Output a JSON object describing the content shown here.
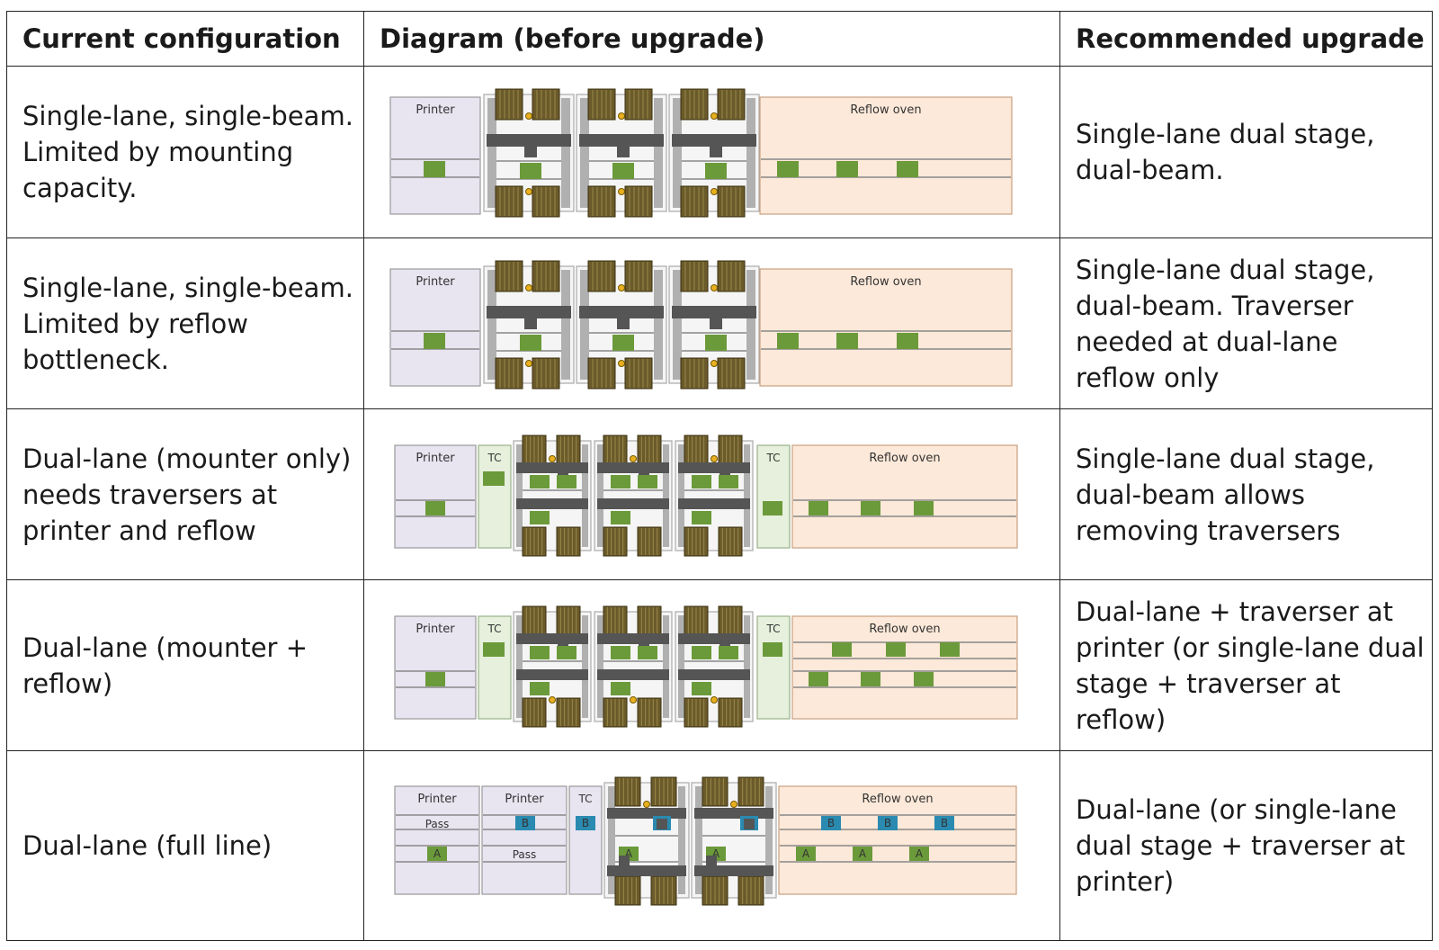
{
  "header": {
    "col1": "Current configuration",
    "col2": "Diagram (before upgrade)",
    "col3": "Recommended upgrade"
  },
  "labels": {
    "printer": "Printer",
    "reflow": "Reflow oven",
    "tc": "TC",
    "pass": "Pass",
    "lane_a": "A",
    "lane_b": "B"
  },
  "rows": [
    {
      "current": "Single-lane, single-beam. Limited by mounting capacity.",
      "diagram": "single-lane-single-beam",
      "recommended": "Single-lane dual stage, dual-beam."
    },
    {
      "current": "Single-lane, single-beam. Limited by reflow bottleneck.",
      "diagram": "single-lane-single-beam",
      "recommended": "Single-lane dual stage, dual-beam. Traverser needed at dual-lane reflow only"
    },
    {
      "current": "Dual-lane (mounter only) needs traversers at printer and reflow",
      "diagram": "dual-lane-mounter-traversers",
      "recommended": "Single-lane dual stage, dual-beam allows removing traversers"
    },
    {
      "current": "Dual-lane (mounter + reflow)",
      "diagram": "dual-lane-mounter-reflow",
      "recommended": "Dual-lane + traverser at printer (or single-lane dual stage + traverser at reflow)"
    },
    {
      "current": "Dual-lane (full line)",
      "diagram": "dual-lane-full-line",
      "recommended": "Dual-lane (or single-lane dual stage + traverser at printer)"
    }
  ],
  "colors": {
    "printer_fill": "#e8e4f0",
    "reflow_fill": "#fde9d9",
    "tc_fill": "#e6f0dc",
    "board_green": "#6b9a3a",
    "board_blue": "#2a8ab0",
    "feeder_brown": "#6b5a2a",
    "beam_gray": "#555555",
    "frame_gray": "#b0b0b0"
  }
}
